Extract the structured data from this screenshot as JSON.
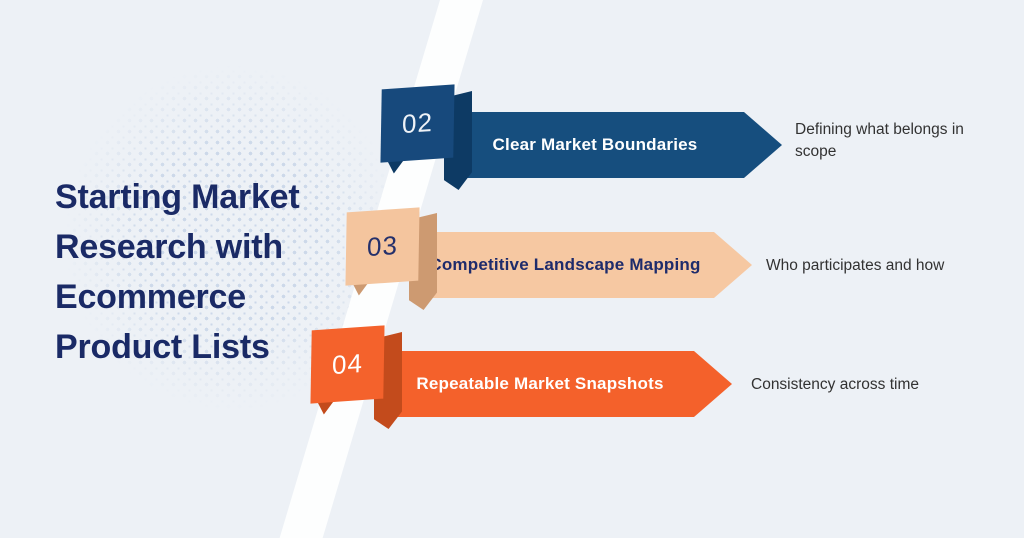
{
  "canvas": {
    "background_color": "#edf1f6",
    "stripe_color": "#fdfefe",
    "dot_color": "#c9d6e8"
  },
  "title": {
    "text": "Starting Market Research with Ecommerce Product Lists",
    "lines": [
      "Starting Market",
      "Research with",
      "Ecommerce",
      "Product Lists"
    ],
    "color": "#1a2a66"
  },
  "notes_color": "#323232",
  "steps": [
    {
      "number": "02",
      "label": "Clear Market Boundaries",
      "note": "Defining what belongs in scope",
      "banner_color": "#164e7e",
      "tab_color": "#17497c",
      "fold_color": "#0d3a64",
      "label_color": "#ffffff",
      "number_color": "#eef2f7"
    },
    {
      "number": "03",
      "label": "Competitive Landscape Mapping",
      "note": "Who participates and how",
      "banner_color": "#f6c8a2",
      "tab_color": "#f4c59e",
      "fold_color": "#cd9a71",
      "label_color": "#1e2b6b",
      "number_color": "#24306b"
    },
    {
      "number": "04",
      "label": "Repeatable Market Snapshots",
      "note": "Consistency across time",
      "banner_color": "#f4612b",
      "tab_color": "#f4622c",
      "fold_color": "#c34b1c",
      "label_color": "#ffffff",
      "number_color": "#ffffff"
    }
  ]
}
